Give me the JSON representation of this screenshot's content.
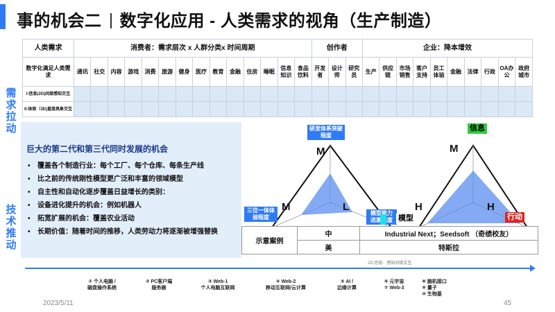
{
  "header": {
    "title_a": "事的机会二",
    "title_b": "数字化应用 - 人类需求的视角（生产制造）"
  },
  "side": {
    "demand": [
      "需",
      "求",
      "拉",
      "动"
    ],
    "tech": [
      "技",
      "术",
      "推",
      "动"
    ]
  },
  "table": {
    "h_human": "人类需求",
    "h_consumer": "消费者：需求层次 x 人群分类x 时间周期",
    "h_creator": "创作者",
    "h_enterprise": "企业：降本增效",
    "h_digital": "数字化满足人类需求",
    "columns": [
      "通讯",
      "社交",
      "内容",
      "游戏",
      "消费",
      "旅游",
      "健身",
      "医疗",
      "教育",
      "金融",
      "住房",
      "睡眠",
      "信息知识",
      "食品饮料",
      "开发者",
      "设计师",
      "研究员",
      "生产",
      "供应链",
      "市场销售",
      "客户支持",
      "员工体验",
      "金融",
      "法律",
      "行政",
      "OA办公",
      "政府城市"
    ],
    "rows": [
      {
        "label": "I:信息(2D)间接感知交互"
      },
      {
        "label": "II:体验（3D)直接具象交互"
      }
    ]
  },
  "card": {
    "title": "巨大的第二代和第三代同时发展的机会",
    "bullets": [
      "覆盖各个制造行业：每个工厂、每个仓库、每条生产线",
      "比之前的传统刚性模型更广泛和丰富的领域模型",
      "自主性和自动化逐步覆盖日益增长的类别：",
      "设备进化提升的机会：例如机器人",
      "拓宽扩展的机会：覆盖农业活动",
      "长期价值：随着时间的推移，人类劳动力将逐渐被增强替换"
    ]
  },
  "radar_left": {
    "top_tag": "研发体系突破程度",
    "left_tag": "三位一体体验程度",
    "right_tag": "模型能力进展速度",
    "top_letter": "M",
    "left_letter": "M",
    "right_letter": "L",
    "fill_color": "#5b8def"
  },
  "radar_right": {
    "top_tag": "信息",
    "left_tag": "模型",
    "right_tag": "行动",
    "top_letter": "M",
    "left_letter": "H",
    "right_letter": "H",
    "fill_color": "#5b8def"
  },
  "cases": {
    "label": "示意案例",
    "rows": [
      {
        "region": "中",
        "value": "Industrial Next；Seedsoft （奇绩校友）"
      },
      {
        "region": "美",
        "value": "特斯拉"
      }
    ]
  },
  "faint_note": "2D 信息：感知间接交互",
  "timeline": [
    {
      "l1": "① 个人电脑 /",
      "l2": "磁盘操作系统",
      "l3": ""
    },
    {
      "l1": "② PC客户端",
      "l2": "服务器",
      "l3": ""
    },
    {
      "l1": "③ Web-1",
      "l2": "个人电脑互联网",
      "l3": ""
    },
    {
      "l1": "④ Web-2",
      "l2": "移动互联网/云计算",
      "l3": ""
    },
    {
      "l1": "⑤ AI /",
      "l2": "边缘计算",
      "l3": ""
    },
    {
      "l1": "⑥ 元宇宙",
      "l2": "⑦ Web-3",
      "l3": ""
    },
    {
      "l1": "⑧ 脑机接口",
      "l2": "⑨ 量子",
      "l3": "⑩ 生物基"
    }
  ],
  "footer": {
    "date": "2023/5/11",
    "page": "45"
  }
}
